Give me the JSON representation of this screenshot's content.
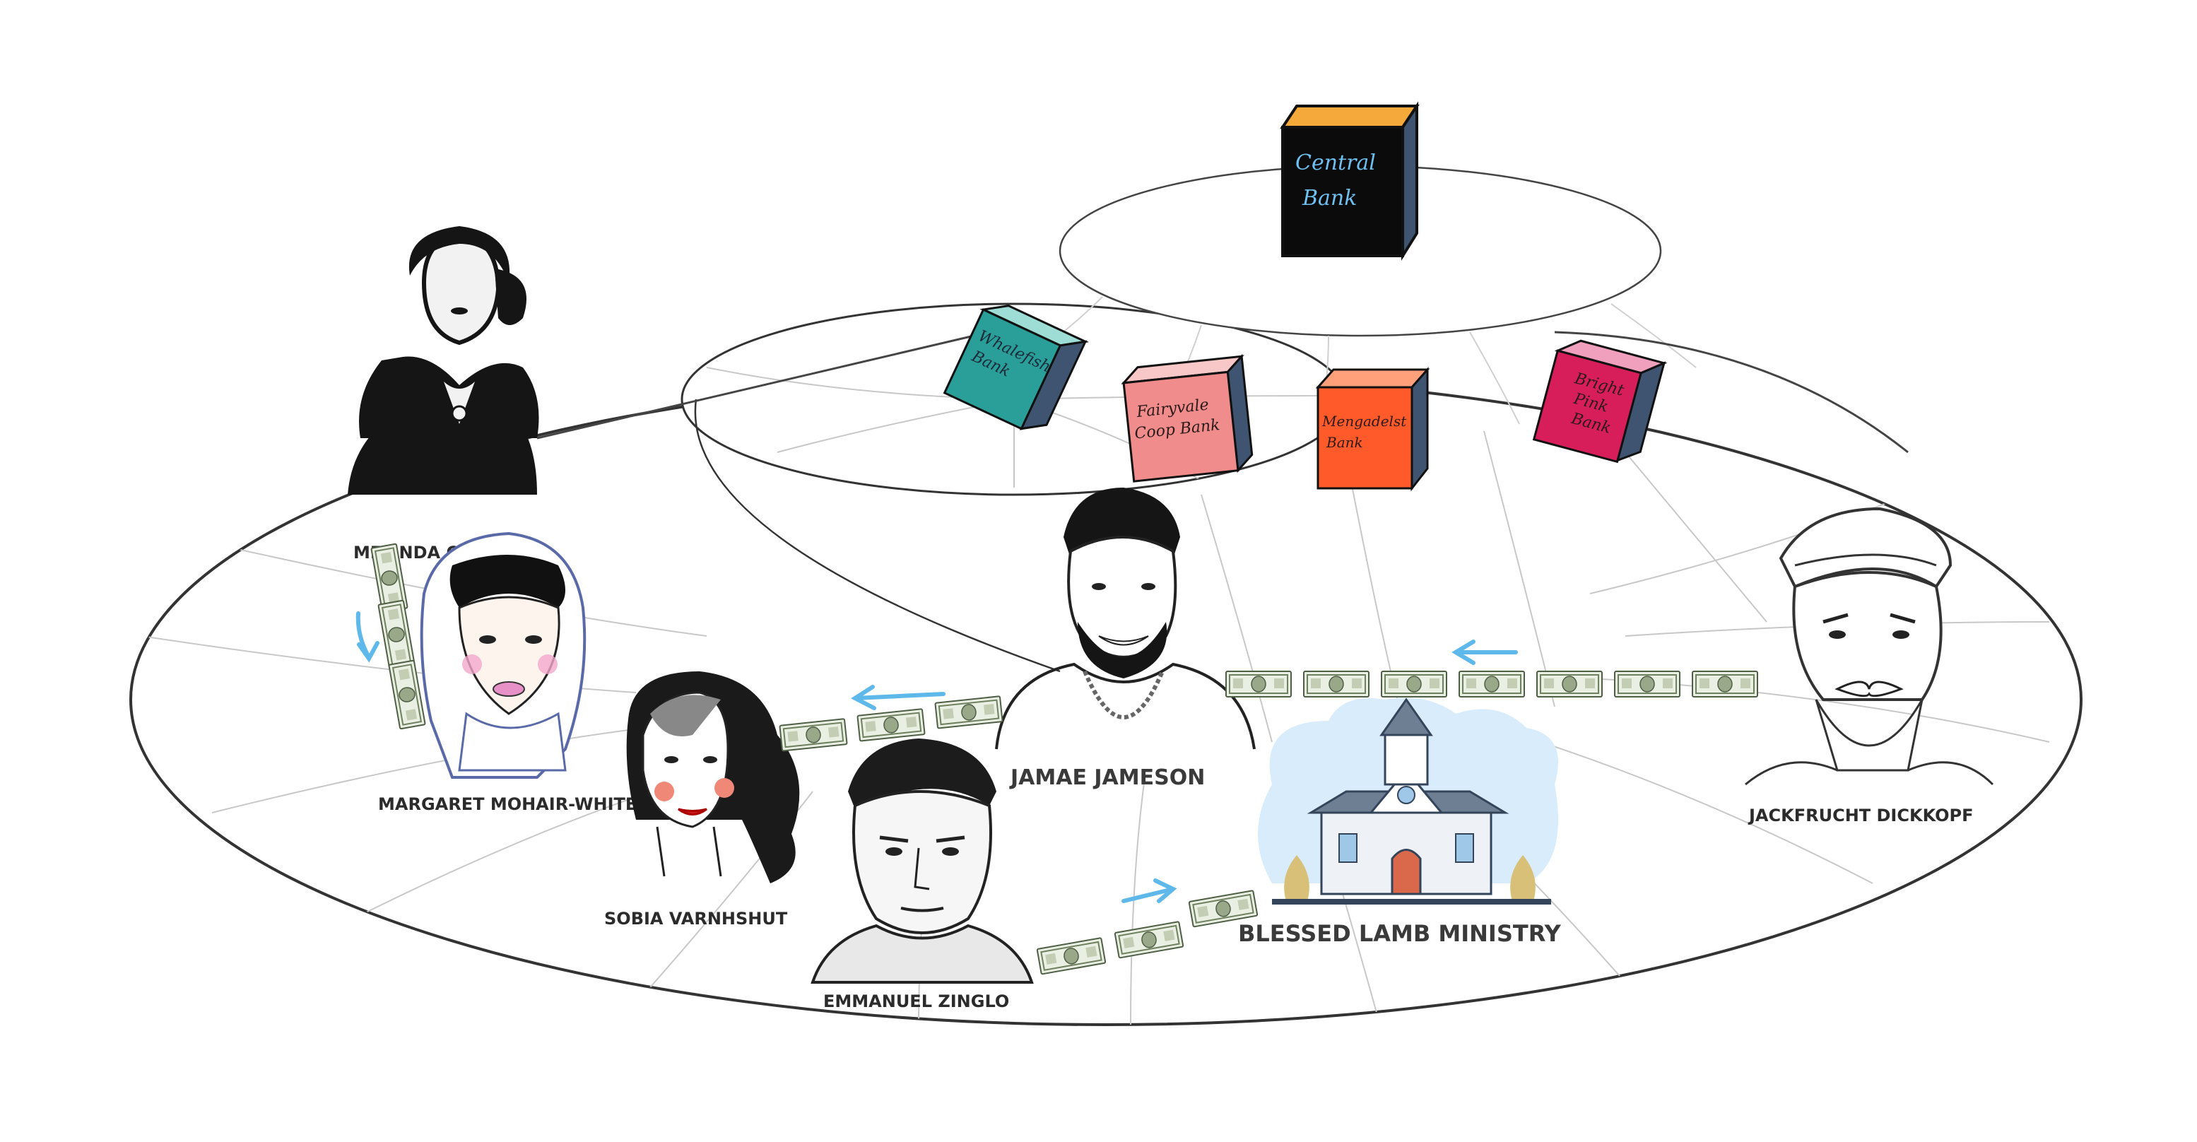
{
  "central_bank": {
    "lines": [
      "Central",
      "Bank"
    ],
    "top_color": "#f4a93a",
    "front_color": "#0b0b0b",
    "side_color": "#3f5470",
    "text_color": "#6fc0f0"
  },
  "banks": [
    {
      "lines": [
        "Whalefish",
        "Bank"
      ],
      "front_color": "#2a9e98",
      "top_color": "#9edcd6",
      "side_color": "#3f5470"
    },
    {
      "lines": [
        "Fairyvale",
        "Coop Bank"
      ],
      "front_color": "#f08c8c",
      "top_color": "#f8c8c8",
      "side_color": "#3f5470"
    },
    {
      "lines": [
        "Mengadelst",
        "Bank"
      ],
      "front_color": "#ff5a2a",
      "top_color": "#ffa07a",
      "side_color": "#3f5470"
    },
    {
      "lines": [
        "Bright",
        "Pink",
        "Bank"
      ],
      "front_color": "#d81e5a",
      "top_color": "#f0a0bc",
      "side_color": "#3f5470"
    }
  ],
  "people": {
    "melinda": {
      "label": "MELINDA O"
    },
    "margaret": {
      "label": "MARGARET MOHAIR-WHITE"
    },
    "sobia": {
      "label": "SOBIA VARNHSHUT"
    },
    "emmanuel": {
      "label": "EMMANUEL ZINGLO"
    },
    "jamae": {
      "label": "JAMAE JAMESON"
    },
    "jackfrucht": {
      "label": "JACKFRUCHT DICKKOPF"
    }
  },
  "ministry": {
    "label": "BLESSED LAMB MINISTRY"
  },
  "colors": {
    "arrow": "#5eb8ea",
    "bill": "#8fa37a",
    "ellipse_stroke": "#333333",
    "grid": "#c8c8c8"
  }
}
